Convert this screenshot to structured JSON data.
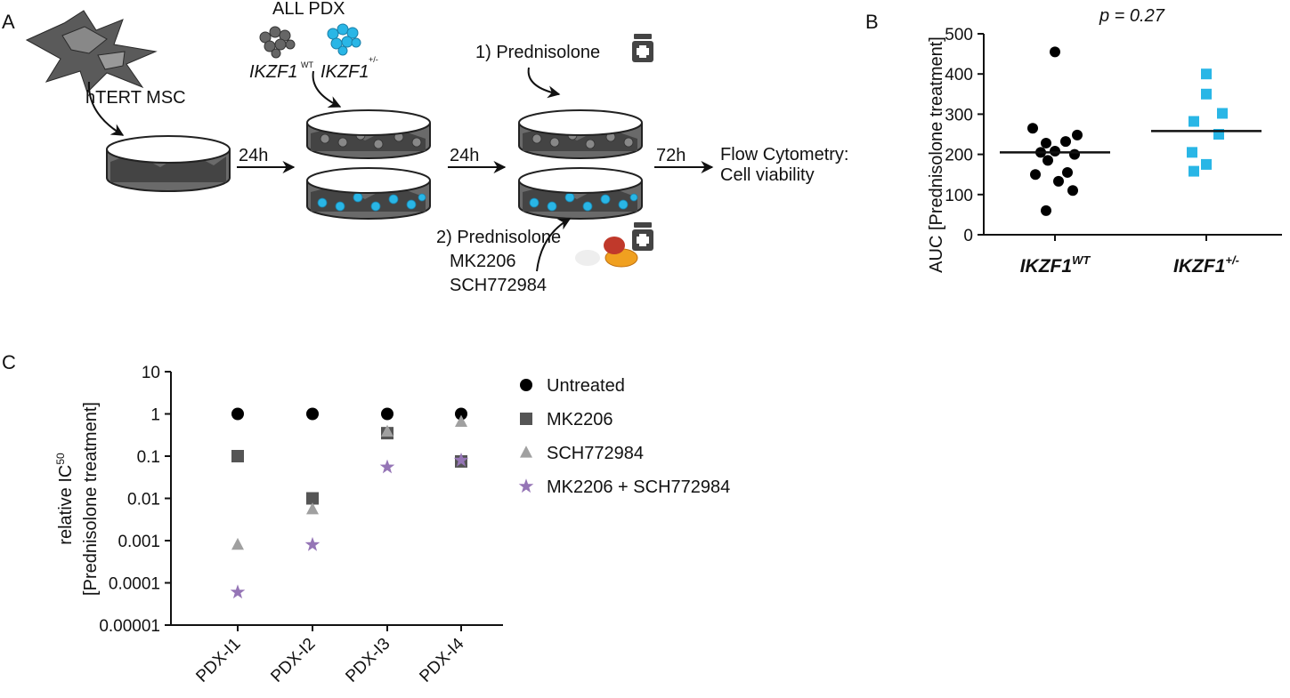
{
  "panel_a": {
    "letter": "A",
    "msc_label": "hTERT MSC",
    "pdx_title": "ALL PDX",
    "gene": "IKZF1",
    "wt_sup": "WT",
    "het_sup": "+/-",
    "step1_time": "24h",
    "step2_time": "24h",
    "step3_time": "72h",
    "treat1": "1) Prednisolone",
    "treat2_line1": "2) Prednisolone",
    "treat2_line2": "MK2206",
    "treat2_line3": "SCH772984",
    "readout_line1": "Flow Cytometry:",
    "readout_line2": "Cell viability",
    "colors": {
      "cell_gray": "#555555",
      "cell_blue": "#29b6e6",
      "dish": "#333333"
    }
  },
  "panel_b": {
    "letter": "B",
    "pvalue": "p = 0.27",
    "ylabel": "AUC [Prednisolone treatment]",
    "gene": "IKZF1",
    "wt_sup": "WT",
    "het_sup": "+/-",
    "yticks": [
      "0",
      "100",
      "200",
      "300",
      "400",
      "500"
    ]
  },
  "panel_c": {
    "letter": "C",
    "ylabel_line1": "relative IC",
    "ylabel_sup": "50",
    "ylabel_line2": "[Prednisolone treatment]",
    "yticks": [
      "0.00001",
      "0.0001",
      "0.001",
      "0.01",
      "0.1",
      "1",
      "10"
    ],
    "legend": [
      "Untreated",
      "MK2206",
      "SCH772984",
      "MK2206 + SCH772984"
    ]
  },
  "chart_data": [
    {
      "type": "scatter",
      "categories": [
        "IKZF1 WT",
        "IKZF1 +/-"
      ],
      "ylim": [
        0,
        500
      ],
      "series": [
        {
          "color": "#000000",
          "marker": "circle",
          "values": [
            455,
            265,
            248,
            228,
            232,
            208,
            205,
            200,
            185,
            150,
            155,
            133,
            110,
            60
          ],
          "median": 205
        },
        {
          "color": "#29b6e6",
          "marker": "square",
          "values": [
            400,
            350,
            302,
            282,
            250,
            205,
            175,
            158
          ],
          "median": 258
        }
      ]
    },
    {
      "type": "scatter",
      "categories": [
        "PDX-I1",
        "PDX-I2",
        "PDX-I3",
        "PDX-I4"
      ],
      "yscale": "log",
      "ylim": [
        1e-05,
        10
      ],
      "series": [
        {
          "name": "Untreated",
          "color": "#000000",
          "marker": "circle",
          "values": [
            1,
            1,
            1,
            1
          ]
        },
        {
          "name": "MK2206",
          "color": "#555555",
          "marker": "square",
          "values": [
            0.1,
            0.01,
            0.35,
            0.075
          ]
        },
        {
          "name": "SCH772984",
          "color": "#a0a0a0",
          "marker": "triangle",
          "values": [
            0.0008,
            0.0055,
            0.38,
            0.65
          ]
        },
        {
          "name": "MK2206 + SCH772984",
          "color": "#9575b6",
          "marker": "star",
          "values": [
            6e-05,
            0.0008,
            0.055,
            0.08
          ]
        }
      ]
    }
  ]
}
